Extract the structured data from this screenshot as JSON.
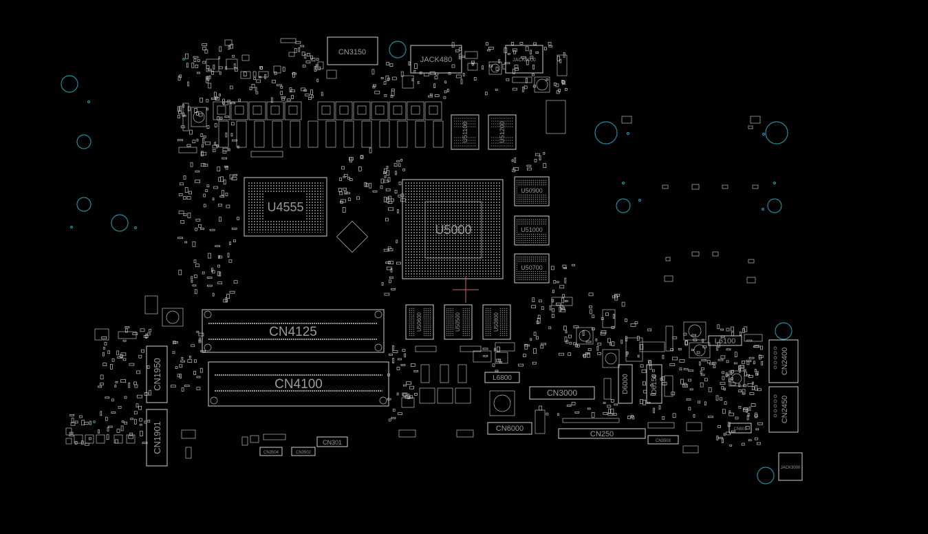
{
  "diagram": {
    "colors": {
      "background": "#000000",
      "outline": "#cfcfcf",
      "label": "#9a9a9a",
      "mounting_hole": "#1f8fa0",
      "crosshair": "#c46a70"
    },
    "components": {
      "u5000": "U5000",
      "u4555": "U4555",
      "cn4125": "CN4125",
      "cn4100": "CN4100",
      "cn3150": "CN3150",
      "jack480": "JACK480",
      "jack6000": "JACK6000",
      "cn3000": "CN3000",
      "cn250": "CN250",
      "cn6000": "CN6000",
      "cn1950": "CN1950",
      "cn1901": "CN1901",
      "cn2400": "CN2400",
      "cn2450": "CN2450",
      "cn301": "CN301",
      "cn3502": "CN3502",
      "cn3504": "CN3504",
      "cn3503": "CN3503",
      "cn601": "CN601",
      "jack3000": "JACK3000",
      "u50900": "U50900",
      "u51000": "U51000",
      "u50700": "U50700",
      "u51100": "U51100",
      "u51200": "U51200",
      "u50600": "U50600",
      "u50500": "U50500",
      "u50800": "U50800",
      "l6100": "L6100",
      "l6800": "L6800",
      "d6000": "D6000",
      "d6150": "D6150"
    }
  }
}
